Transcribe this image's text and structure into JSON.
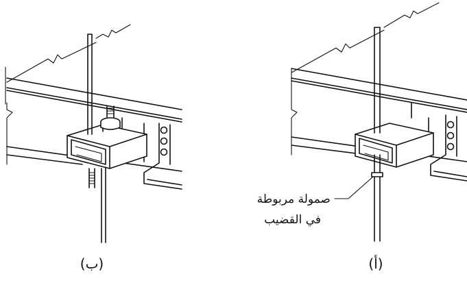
{
  "figures": [
    {
      "id": "b",
      "caption": "(ب)"
    },
    {
      "id": "a",
      "caption": "(أ)",
      "callout": {
        "line1": "صمولة مربوطة",
        "line2": "في القضيب"
      }
    }
  ],
  "colors": {
    "stroke": "#111111",
    "background": "#ffffff"
  }
}
